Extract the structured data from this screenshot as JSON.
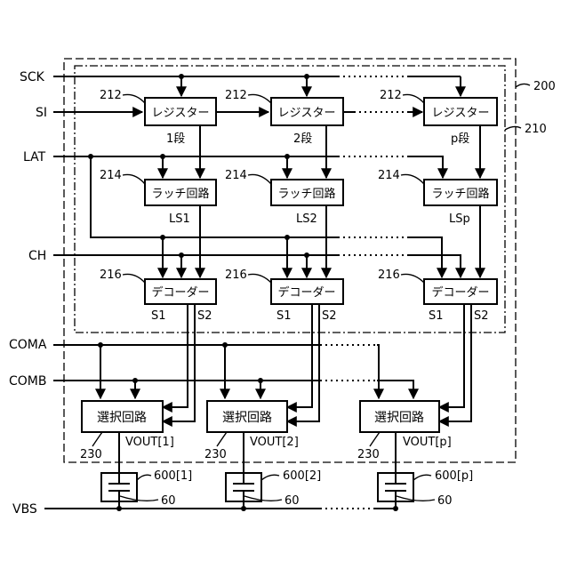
{
  "signals": {
    "sck": "SCK",
    "si": "SI",
    "lat": "LAT",
    "ch": "CH",
    "coma": "COMA",
    "comb": "COMB",
    "vbs": "VBS"
  },
  "refs": {
    "driver": "200",
    "control": "210",
    "register": "212",
    "latch": "214",
    "decoder": "216",
    "selector": "230",
    "element": "60"
  },
  "columns": [
    {
      "register_label": "レジスター",
      "stage": "1段",
      "latch_label": "ラッチ回路",
      "latch_out": "LS1",
      "decoder_label": "デコーダー",
      "s1": "S1",
      "s2": "S2",
      "selector_label": "選択回路",
      "vout": "VOUT[1]",
      "element_id": "600[1]"
    },
    {
      "register_label": "レジスター",
      "stage": "2段",
      "latch_label": "ラッチ回路",
      "latch_out": "LS2",
      "decoder_label": "デコーダー",
      "s1": "S1",
      "s2": "S2",
      "selector_label": "選択回路",
      "vout": "VOUT[2]",
      "element_id": "600[2]"
    },
    {
      "register_label": "レジスター",
      "stage": "p段",
      "latch_label": "ラッチ回路",
      "latch_out": "LSp",
      "decoder_label": "デコーダー",
      "s1": "S1",
      "s2": "S2",
      "selector_label": "選択回路",
      "vout": "VOUT[p]",
      "element_id": "600[p]"
    }
  ]
}
